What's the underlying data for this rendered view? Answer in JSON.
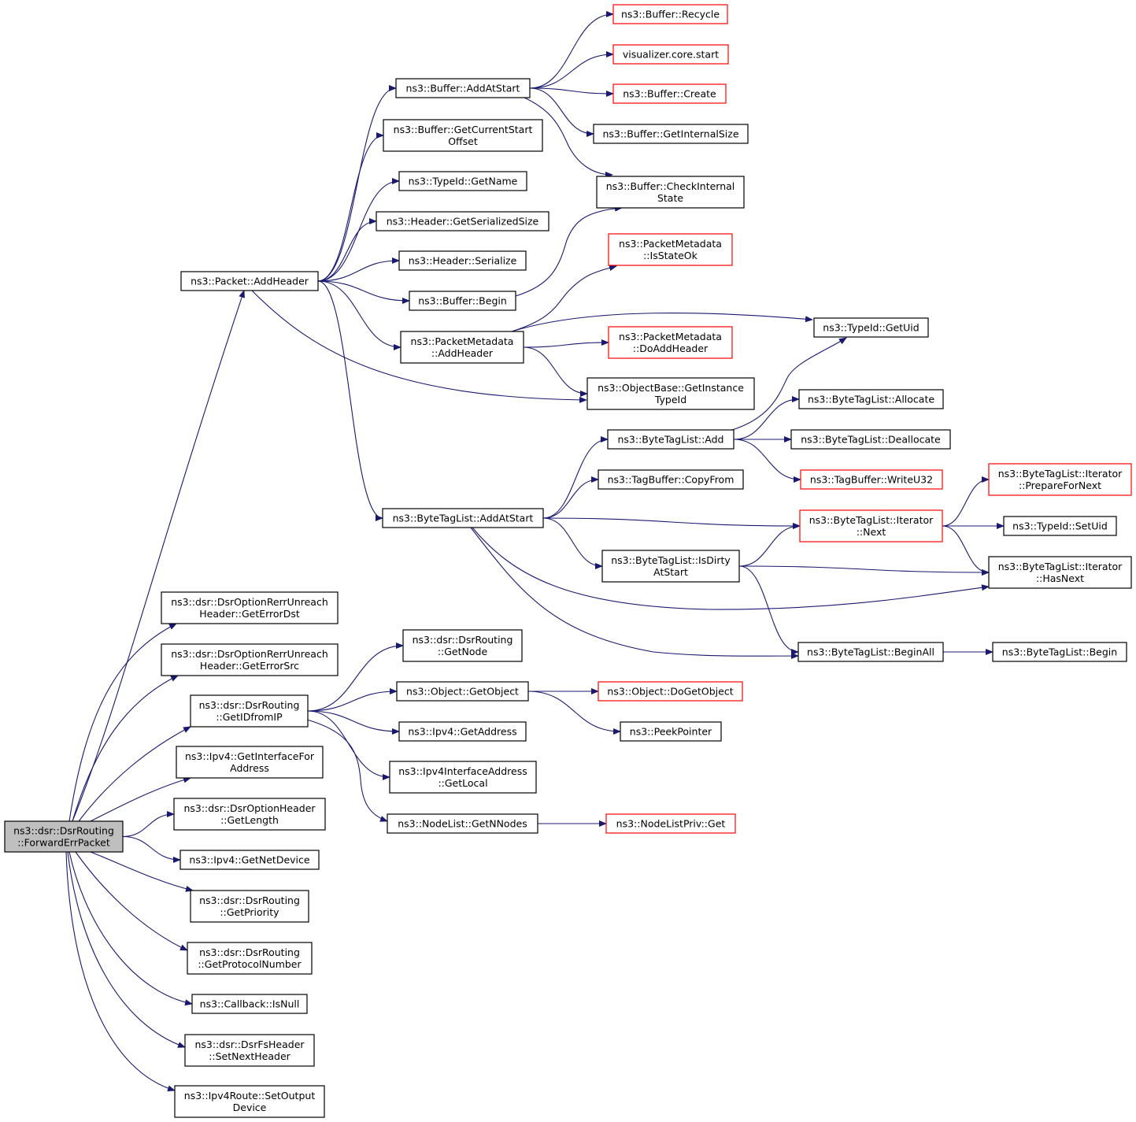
{
  "colors": {
    "edge": "#191970",
    "node_border": "#000000",
    "node_border_truncated": "#ff0000",
    "root_fill": "#bfbfbf",
    "node_fill": "#ffffff"
  },
  "graph": {
    "root": "n0",
    "nodes": [
      {
        "id": "n0",
        "lines": [
          "ns3::dsr::DsrRouting",
          "::ForwardErrPacket"
        ],
        "style": "root"
      },
      {
        "id": "n1",
        "lines": [
          "ns3::Packet::AddHeader"
        ],
        "style": "normal"
      },
      {
        "id": "n2",
        "lines": [
          "ns3::dsr::DsrOptionRerrUnreach",
          "Header::GetErrorDst"
        ],
        "style": "normal"
      },
      {
        "id": "n3",
        "lines": [
          "ns3::dsr::DsrOptionRerrUnreach",
          "Header::GetErrorSrc"
        ],
        "style": "normal"
      },
      {
        "id": "n4",
        "lines": [
          "ns3::dsr::DsrRouting",
          "::GetIDfromIP"
        ],
        "style": "normal"
      },
      {
        "id": "n5",
        "lines": [
          "ns3::Ipv4::GetInterfaceFor",
          "Address"
        ],
        "style": "normal"
      },
      {
        "id": "n6",
        "lines": [
          "ns3::dsr::DsrOptionHeader",
          "::GetLength"
        ],
        "style": "normal"
      },
      {
        "id": "n7",
        "lines": [
          "ns3::Ipv4::GetNetDevice"
        ],
        "style": "normal"
      },
      {
        "id": "n8",
        "lines": [
          "ns3::dsr::DsrRouting",
          "::GetPriority"
        ],
        "style": "normal"
      },
      {
        "id": "n9",
        "lines": [
          "ns3::dsr::DsrRouting",
          "::GetProtocolNumber"
        ],
        "style": "normal"
      },
      {
        "id": "n10",
        "lines": [
          "ns3::Callback::IsNull"
        ],
        "style": "normal"
      },
      {
        "id": "n11",
        "lines": [
          "ns3::dsr::DsrFsHeader",
          "::SetNextHeader"
        ],
        "style": "normal"
      },
      {
        "id": "n12",
        "lines": [
          "ns3::Ipv4Route::SetOutput",
          "Device"
        ],
        "style": "normal"
      },
      {
        "id": "n13",
        "lines": [
          "ns3::Buffer::AddAtStart"
        ],
        "style": "normal"
      },
      {
        "id": "n14",
        "lines": [
          "ns3::Buffer::GetCurrentStart",
          "Offset"
        ],
        "style": "normal"
      },
      {
        "id": "n15",
        "lines": [
          "ns3::TypeId::GetName"
        ],
        "style": "normal"
      },
      {
        "id": "n16",
        "lines": [
          "ns3::Header::GetSerializedSize"
        ],
        "style": "normal"
      },
      {
        "id": "n17",
        "lines": [
          "ns3::Header::Serialize"
        ],
        "style": "normal"
      },
      {
        "id": "n18",
        "lines": [
          "ns3::Buffer::Begin"
        ],
        "style": "normal"
      },
      {
        "id": "n19",
        "lines": [
          "ns3::PacketMetadata",
          "::AddHeader"
        ],
        "style": "normal"
      },
      {
        "id": "n20",
        "lines": [
          "ns3::ByteTagList::AddAtStart"
        ],
        "style": "normal"
      },
      {
        "id": "n21",
        "lines": [
          "ns3::dsr::DsrRouting",
          "::GetNode"
        ],
        "style": "normal"
      },
      {
        "id": "n22",
        "lines": [
          "ns3::Object::GetObject"
        ],
        "style": "normal"
      },
      {
        "id": "n23",
        "lines": [
          "ns3::Ipv4::GetAddress"
        ],
        "style": "normal"
      },
      {
        "id": "n24",
        "lines": [
          "ns3::Ipv4InterfaceAddress",
          "::GetLocal"
        ],
        "style": "normal"
      },
      {
        "id": "n25",
        "lines": [
          "ns3::NodeList::GetNNodes"
        ],
        "style": "normal"
      },
      {
        "id": "n26",
        "lines": [
          "ns3::Buffer::Recycle"
        ],
        "style": "truncated"
      },
      {
        "id": "n27",
        "lines": [
          "visualizer.core.start"
        ],
        "style": "truncated"
      },
      {
        "id": "n28",
        "lines": [
          "ns3::Buffer::Create"
        ],
        "style": "truncated"
      },
      {
        "id": "n29",
        "lines": [
          "ns3::Buffer::GetInternalSize"
        ],
        "style": "normal"
      },
      {
        "id": "n30",
        "lines": [
          "ns3::Buffer::CheckInternal",
          "State"
        ],
        "style": "normal"
      },
      {
        "id": "n31",
        "lines": [
          "ns3::PacketMetadata",
          "::IsStateOk"
        ],
        "style": "truncated"
      },
      {
        "id": "n32",
        "lines": [
          "ns3::PacketMetadata",
          "::DoAddHeader"
        ],
        "style": "truncated"
      },
      {
        "id": "n33",
        "lines": [
          "ns3::ObjectBase::GetInstance",
          "TypeId"
        ],
        "style": "normal"
      },
      {
        "id": "n34",
        "lines": [
          "ns3::ByteTagList::Add"
        ],
        "style": "normal"
      },
      {
        "id": "n35",
        "lines": [
          "ns3::TagBuffer::CopyFrom"
        ],
        "style": "normal"
      },
      {
        "id": "n36",
        "lines": [
          "ns3::ByteTagList::IsDirty",
          "AtStart"
        ],
        "style": "normal"
      },
      {
        "id": "n37",
        "lines": [
          "ns3::Object::DoGetObject"
        ],
        "style": "truncated"
      },
      {
        "id": "n38",
        "lines": [
          "ns3::PeekPointer"
        ],
        "style": "normal"
      },
      {
        "id": "n39",
        "lines": [
          "ns3::NodeListPriv::Get"
        ],
        "style": "truncated"
      },
      {
        "id": "n40",
        "lines": [
          "ns3::TypeId::GetUid"
        ],
        "style": "normal"
      },
      {
        "id": "n41",
        "lines": [
          "ns3::ByteTagList::Allocate"
        ],
        "style": "normal"
      },
      {
        "id": "n42",
        "lines": [
          "ns3::ByteTagList::Deallocate"
        ],
        "style": "normal"
      },
      {
        "id": "n43",
        "lines": [
          "ns3::TagBuffer::WriteU32"
        ],
        "style": "truncated"
      },
      {
        "id": "n44",
        "lines": [
          "ns3::ByteTagList::Iterator",
          "::Next"
        ],
        "style": "truncated"
      },
      {
        "id": "n45",
        "lines": [
          "ns3::ByteTagList::BeginAll"
        ],
        "style": "normal"
      },
      {
        "id": "n46",
        "lines": [
          "ns3::ByteTagList::Iterator",
          "::PrepareForNext"
        ],
        "style": "truncated"
      },
      {
        "id": "n47",
        "lines": [
          "ns3::TypeId::SetUid"
        ],
        "style": "normal"
      },
      {
        "id": "n48",
        "lines": [
          "ns3::ByteTagList::Iterator",
          "::HasNext"
        ],
        "style": "normal"
      },
      {
        "id": "n49",
        "lines": [
          "ns3::ByteTagList::Begin"
        ],
        "style": "normal"
      }
    ],
    "edges": [
      [
        "n0",
        "n1"
      ],
      [
        "n0",
        "n2"
      ],
      [
        "n0",
        "n3"
      ],
      [
        "n0",
        "n4"
      ],
      [
        "n0",
        "n5"
      ],
      [
        "n0",
        "n6"
      ],
      [
        "n0",
        "n7"
      ],
      [
        "n0",
        "n8"
      ],
      [
        "n0",
        "n9"
      ],
      [
        "n0",
        "n10"
      ],
      [
        "n0",
        "n11"
      ],
      [
        "n0",
        "n12"
      ],
      [
        "n1",
        "n13"
      ],
      [
        "n1",
        "n14"
      ],
      [
        "n1",
        "n15"
      ],
      [
        "n1",
        "n16"
      ],
      [
        "n1",
        "n17"
      ],
      [
        "n1",
        "n18"
      ],
      [
        "n1",
        "n19"
      ],
      [
        "n1",
        "n33"
      ],
      [
        "n1",
        "n20"
      ],
      [
        "n13",
        "n26"
      ],
      [
        "n13",
        "n27"
      ],
      [
        "n13",
        "n28"
      ],
      [
        "n13",
        "n29"
      ],
      [
        "n13",
        "n30"
      ],
      [
        "n18",
        "n30"
      ],
      [
        "n19",
        "n31"
      ],
      [
        "n19",
        "n40"
      ],
      [
        "n19",
        "n32"
      ],
      [
        "n19",
        "n33"
      ],
      [
        "n20",
        "n34"
      ],
      [
        "n20",
        "n35"
      ],
      [
        "n20",
        "n44"
      ],
      [
        "n20",
        "n36"
      ],
      [
        "n20",
        "n48"
      ],
      [
        "n20",
        "n45"
      ],
      [
        "n34",
        "n40"
      ],
      [
        "n34",
        "n41"
      ],
      [
        "n34",
        "n42"
      ],
      [
        "n34",
        "n43"
      ],
      [
        "n36",
        "n44"
      ],
      [
        "n36",
        "n48"
      ],
      [
        "n36",
        "n45"
      ],
      [
        "n44",
        "n46"
      ],
      [
        "n44",
        "n47"
      ],
      [
        "n44",
        "n48"
      ],
      [
        "n45",
        "n49"
      ],
      [
        "n4",
        "n21"
      ],
      [
        "n4",
        "n22"
      ],
      [
        "n4",
        "n23"
      ],
      [
        "n4",
        "n24"
      ],
      [
        "n4",
        "n25"
      ],
      [
        "n22",
        "n37"
      ],
      [
        "n22",
        "n38"
      ],
      [
        "n25",
        "n39"
      ]
    ]
  }
}
